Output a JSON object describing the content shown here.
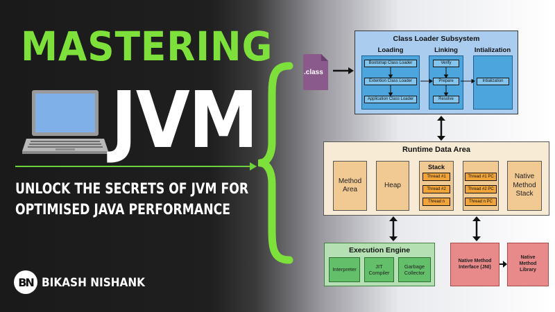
{
  "headline": {
    "line1": "MASTERING",
    "line2": "JVM"
  },
  "tagline": {
    "line1": "UNLOCK THE SECRETS OF JVM FOR",
    "line2": "OPTIMISED JAVA PERFORMANCE"
  },
  "author": {
    "initials": "BN",
    "name": "BIKASH NISHANK"
  },
  "colors": {
    "accent": "#7ee03a",
    "class_loader": "#a9ccef",
    "runtime": "#f7ebd6",
    "engine": "#b5e0b3",
    "native": "#e8898a"
  },
  "diagram": {
    "class_file": ".class",
    "class_loader": {
      "title": "Class Loader Subsystem",
      "loading": {
        "title": "Loading",
        "items": [
          "Bootstrap Class Loader",
          "Extention Class Loader",
          "Application Class Loader"
        ]
      },
      "linking": {
        "title": "Linking",
        "items": [
          "Verify",
          "Prepare",
          "Resolve"
        ]
      },
      "initialization": {
        "title": "Intialization",
        "items": [
          "Intialization"
        ]
      }
    },
    "runtime": {
      "title": "Runtime Data Area",
      "method_area": "Method Area",
      "heap": "Heap",
      "stack": {
        "title": "Stack",
        "items": [
          "Thread #1",
          "Thread #2",
          "Thread n"
        ]
      },
      "pc": {
        "items": [
          "Thread #1 PC",
          "Thread #2 PC",
          "Thread n PC"
        ]
      },
      "native_stack": "Native Method Stack"
    },
    "engine": {
      "title": "Execution Engine",
      "items": [
        "Interpreter",
        "JIT Compiler",
        "Garbage Collector"
      ]
    },
    "jni": "Native Method Interface (JNI)",
    "native_library": "Native Method Library"
  }
}
